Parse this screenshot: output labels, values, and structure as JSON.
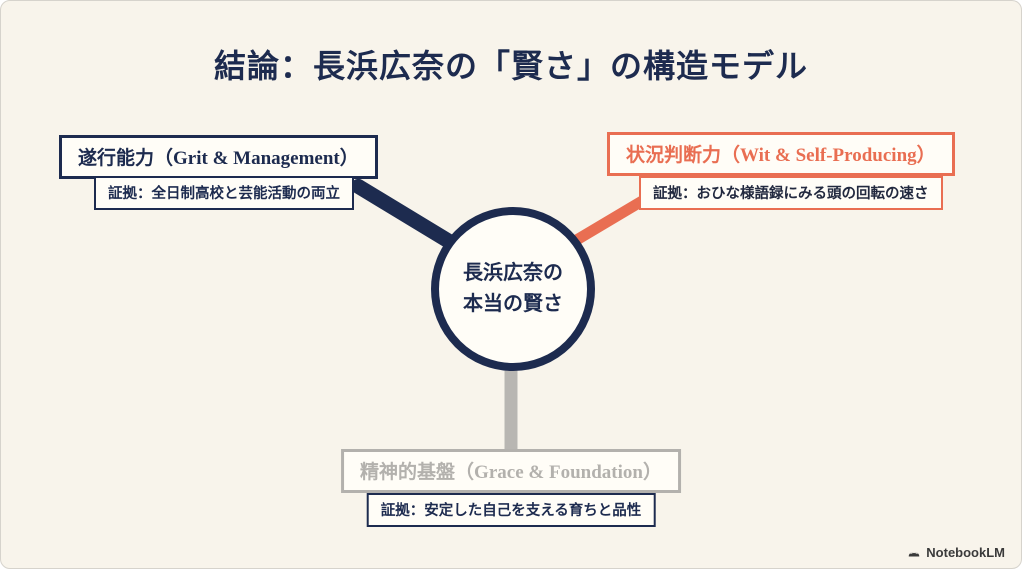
{
  "page": {
    "title": "結論：長浜広奈の「賢さ」の構造モデル",
    "footer_brand": "NotebookLM"
  },
  "nodes": {
    "left": {
      "label": "遂行能力（Grit & Management）",
      "evidence": "証拠：全日制高校と芸能活動の両立"
    },
    "right": {
      "label": "状況判断力（Wit & Self-Producing）",
      "evidence": "証拠：おひな様語録にみる頭の回転の速さ"
    },
    "bottom": {
      "label": "精神的基盤（Grace & Foundation）",
      "evidence": "証拠：安定した自己を支える育ちと品性"
    },
    "center": {
      "line1": "長浜広奈の",
      "line2": "本当の賢さ"
    }
  },
  "icons": {
    "brand_logo": "notebooklm-logo-icon"
  },
  "colors": {
    "navy": "#1d2b4f",
    "coral": "#e96e52",
    "gray": "#b3b1ad",
    "background": "#f8f4eb"
  }
}
